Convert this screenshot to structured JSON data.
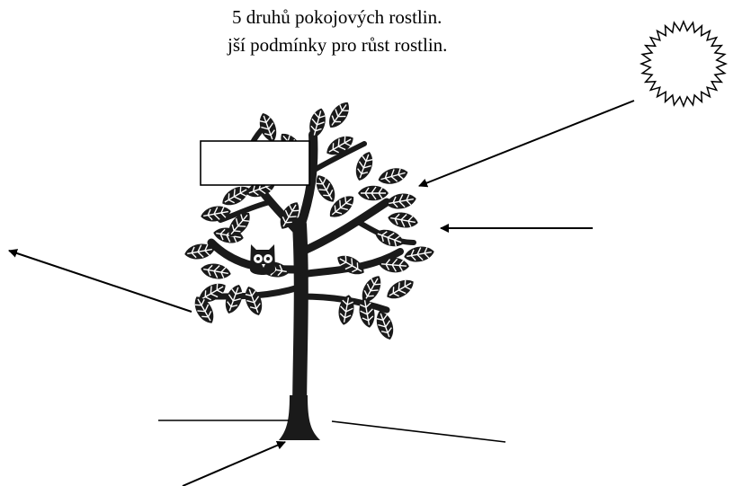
{
  "worksheet": {
    "text_lines": [
      "5 druhů pokojových rostlin.",
      "jší podmínky pro růst rostlin."
    ]
  },
  "diagram": {
    "tree_color": "#1a1a1a",
    "label_box": {
      "value": ""
    },
    "sun_icon": "sun-outline",
    "owl_icon": "owl"
  }
}
